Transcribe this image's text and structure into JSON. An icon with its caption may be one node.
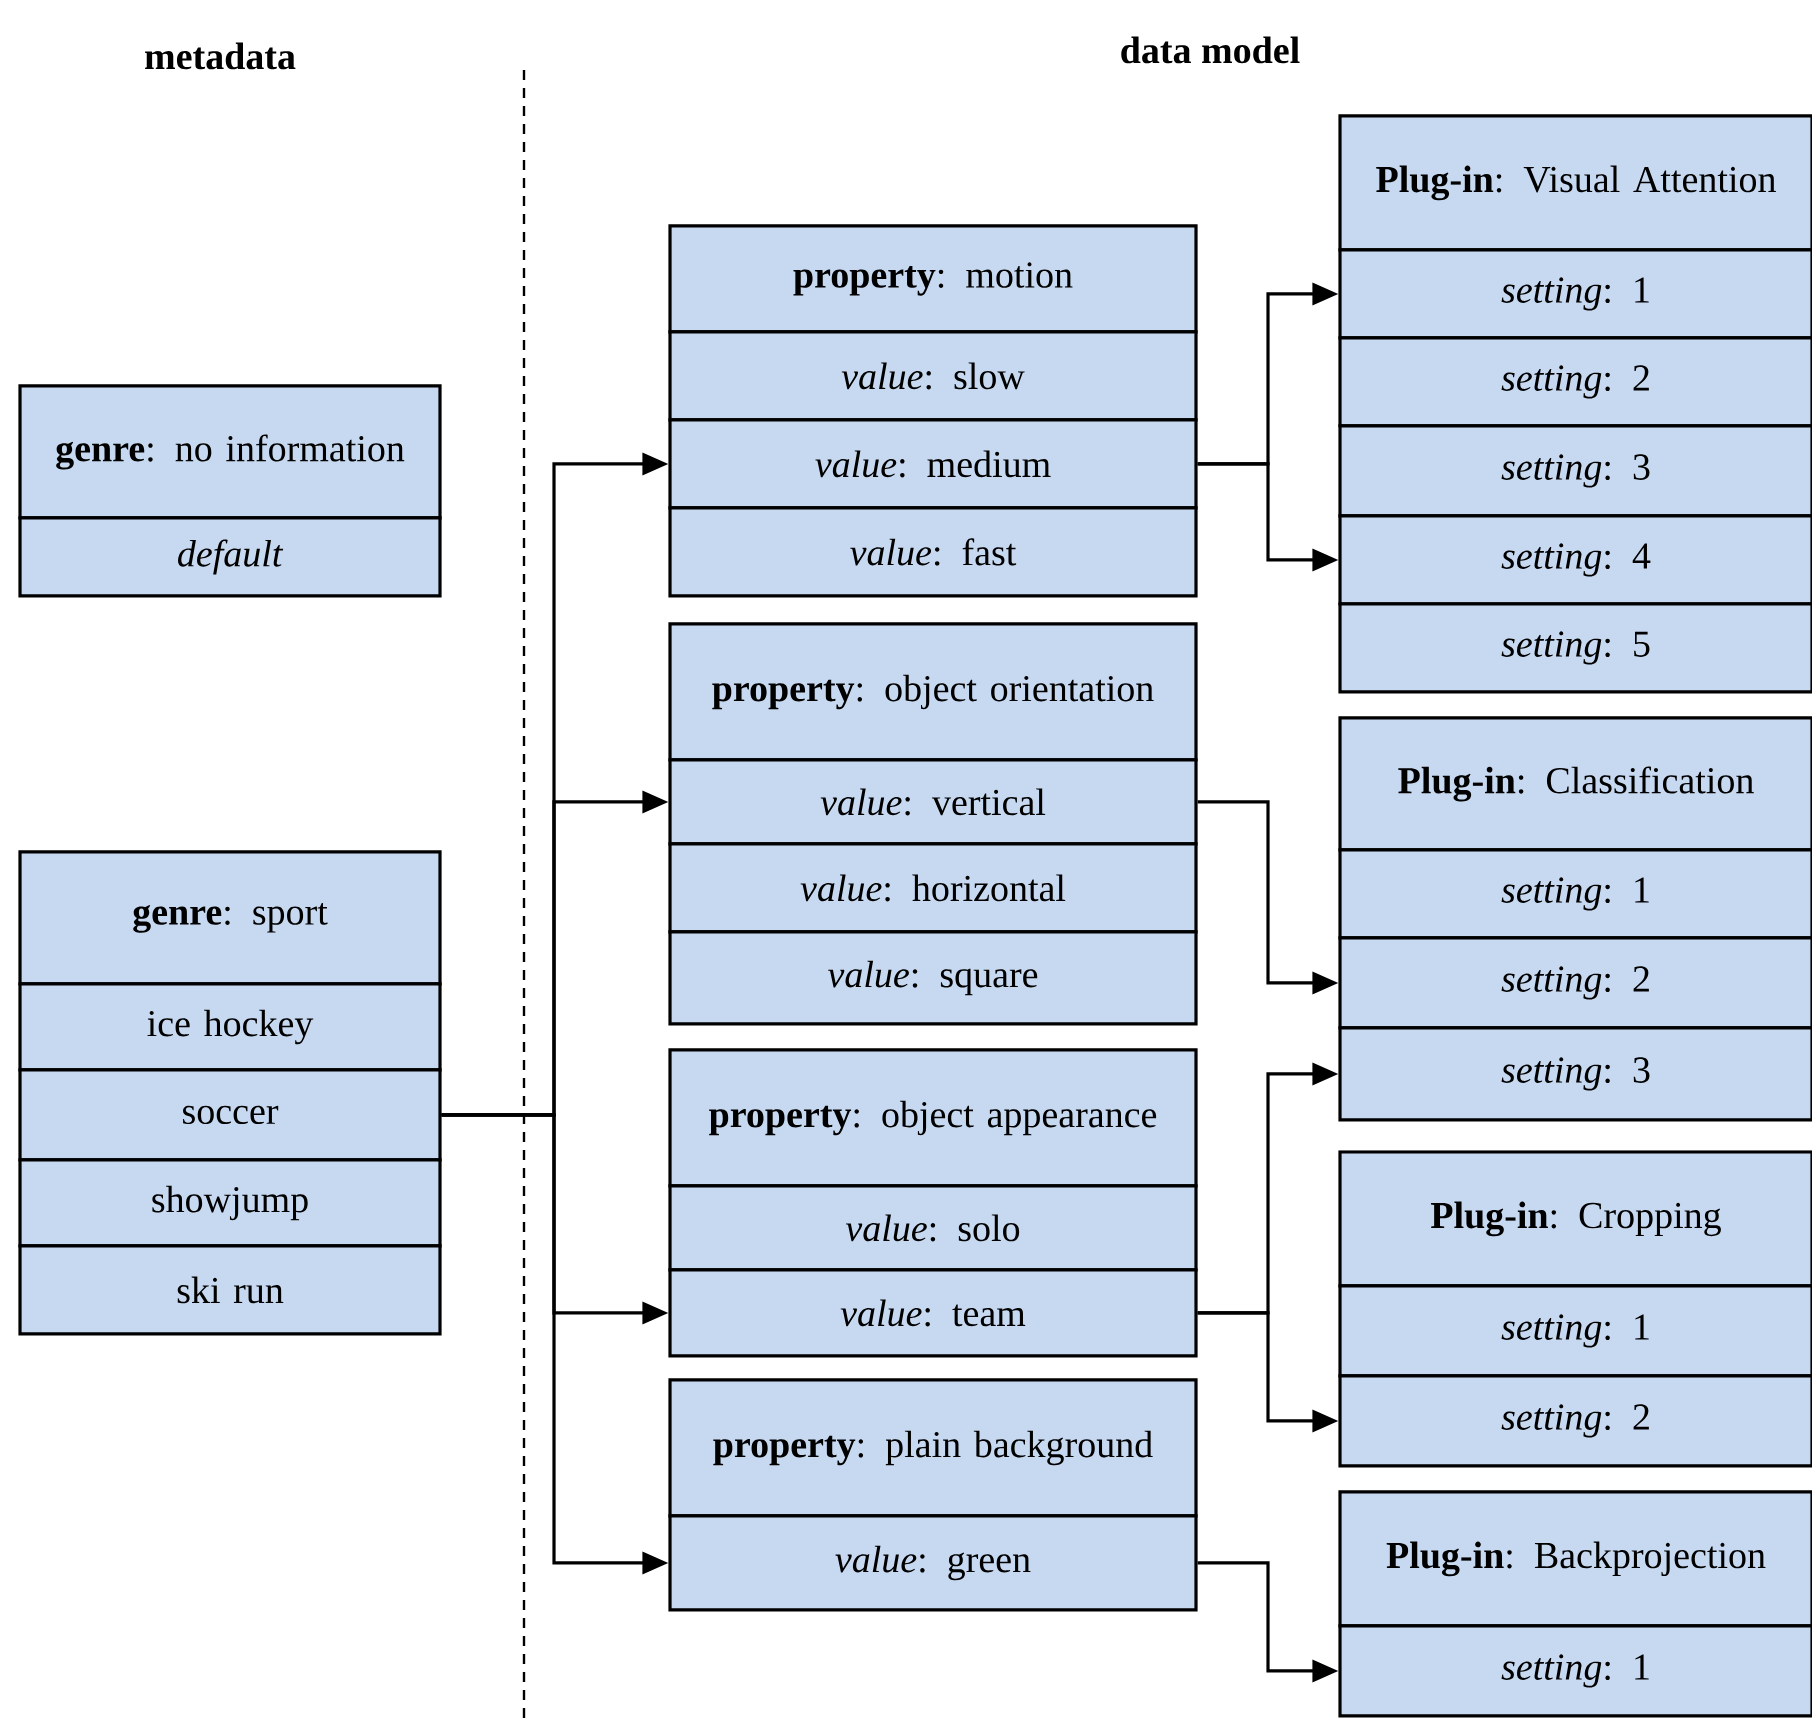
{
  "diagram": {
    "nodes": [
      {
        "text": [
          "**genre**: no information"
        ]
      },
      {
        "text": [
          "*default*"
        ]
      },
      {
        "text": [
          "**genre**: sport"
        ]
      },
      {
        "text": [
          "ice hockey"
        ]
      },
      {
        "text": [
          "soccer"
        ]
      },
      {
        "text": [
          "showjump"
        ]
      },
      {
        "text": [
          "ski run"
        ]
      },
      {
        "text": [
          "**property**: motion"
        ]
      },
      {
        "text": [
          "*value*: slow"
        ]
      },
      {
        "text": [
          "*value*: medium"
        ]
      },
      {
        "text": [
          "*value*: fast"
        ]
      },
      {
        "text": [
          "**property**: object orientation"
        ]
      },
      {
        "text": [
          "*value*: vertical"
        ]
      },
      {
        "text": [
          "*value*: horizontal"
        ]
      },
      {
        "text": [
          "*value*: square"
        ]
      },
      {
        "text": [
          "**property**: object appearance"
        ]
      },
      {
        "text": [
          "*value*: solo"
        ]
      },
      {
        "text": [
          "*value*: team"
        ]
      },
      {
        "text": [
          "**property**: plain background"
        ]
      },
      {
        "text": [
          "*value*: green"
        ]
      },
      {
        "text": [
          "**Plug-in**: Visual Attention"
        ]
      },
      {
        "text": [
          "*setting*: 1"
        ]
      },
      {
        "text": [
          "*setting*: 2"
        ]
      },
      {
        "text": [
          "*setting*: 3"
        ]
      },
      {
        "text": [
          "*setting*: 4"
        ]
      },
      {
        "text": [
          "*setting*: 5"
        ]
      },
      {
        "text": [
          "**Plug-in**: Classification"
        ]
      },
      {
        "text": [
          "*setting*: 1"
        ]
      },
      {
        "text": [
          "*setting*: 2"
        ]
      },
      {
        "text": [
          "*setting*: 3"
        ]
      },
      {
        "text": [
          "**Plug-in**: Cropping"
        ]
      },
      {
        "text": [
          "*setting*: 1"
        ]
      },
      {
        "text": [
          "*setting*: 2"
        ]
      },
      {
        "text": [
          "**Plug-in**: Backprojection"
        ]
      },
      {
        "text": [
          "*setting*: 1"
        ]
      }
    ],
    "edges": [
      {
        "from": 4,
        "to": 9,
        "arrow": "to"
      },
      {
        "from": 4,
        "to": 12,
        "arrow": "to"
      },
      {
        "from": 4,
        "to": 17,
        "arrow": "to"
      },
      {
        "from": 4,
        "to": 19,
        "arrow": "to"
      },
      {
        "from": 9,
        "to": 21,
        "arrow": "to"
      },
      {
        "from": 9,
        "to": 24,
        "arrow": "to"
      },
      {
        "from": 12,
        "to": 28,
        "arrow": "to"
      },
      {
        "from": 17,
        "to": 29,
        "arrow": "to"
      },
      {
        "from": 17,
        "to": 32,
        "arrow": "to"
      },
      {
        "from": 19,
        "to": 34,
        "arrow": "to"
      }
    ],
    "labels": [
      "metadata",
      "data model"
    ]
  }
}
